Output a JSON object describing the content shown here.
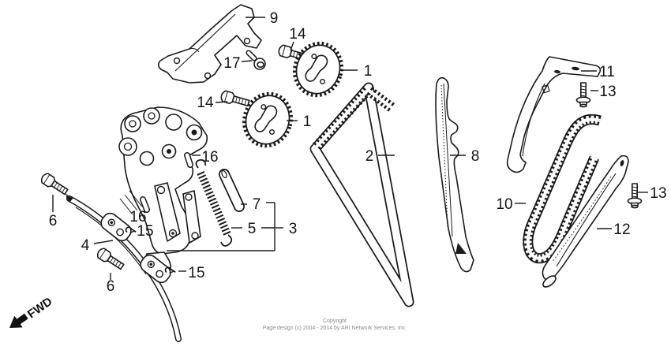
{
  "diagram": {
    "type": "parts-fiche-line-drawing",
    "fwd": {
      "label": "FWD"
    },
    "copyright": {
      "line1": "Copyright",
      "line2": "Page design (c) 2004 - 2014 by ARI Network Services, Inc."
    },
    "colors": {
      "line": "#1a1a1a",
      "background": "#ffffff",
      "copyright_text": "#8a8a8a"
    },
    "labels": {
      "p1a": "1",
      "p1b": "1",
      "p2": "2",
      "p3": "3",
      "p4": "4",
      "p5": "5",
      "p6a": "6",
      "p6b": "6",
      "p7": "7",
      "p8": "8",
      "p9": "9",
      "p10": "10",
      "p11": "11",
      "p12": "12",
      "p13a": "13",
      "p13b": "13",
      "p14a": "14",
      "p14b": "14",
      "p15a": "15",
      "p15b": "15",
      "p16a": "16",
      "p16b": "16",
      "p17": "17"
    }
  }
}
